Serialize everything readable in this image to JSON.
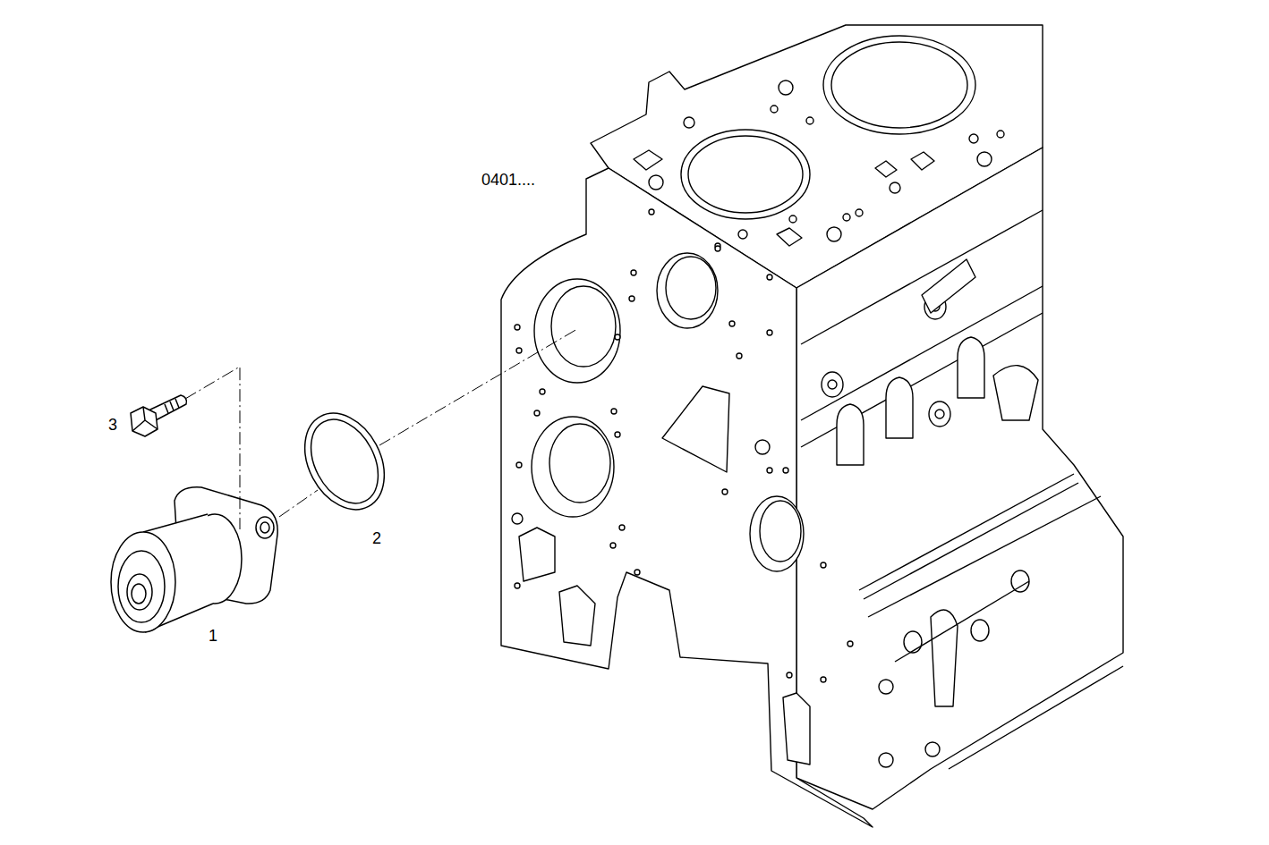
{
  "diagram": {
    "labels": [
      "0401....",
      "3",
      "2",
      "1"
    ]
  }
}
